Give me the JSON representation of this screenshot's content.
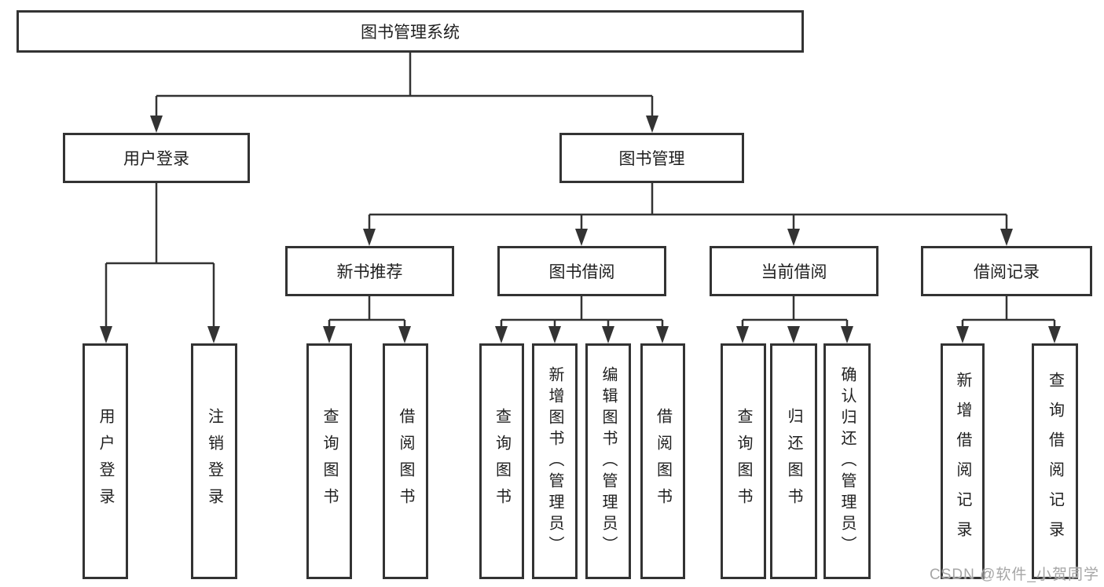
{
  "diagram": {
    "title": "图书管理系统",
    "branches": [
      {
        "label": "用户登录",
        "children": [
          {
            "label": "用户登录"
          },
          {
            "label": "注销登录"
          }
        ]
      },
      {
        "label": "图书管理",
        "children": [
          {
            "label": "新书推荐",
            "children": [
              {
                "label": "查询图书"
              },
              {
                "label": "借阅图书"
              }
            ]
          },
          {
            "label": "图书借阅",
            "children": [
              {
                "label": "查询图书"
              },
              {
                "label": "新增图书（管理员）"
              },
              {
                "label": "编辑图书（管理员）"
              },
              {
                "label": "借阅图书"
              }
            ]
          },
          {
            "label": "当前借阅",
            "children": [
              {
                "label": "查询图书"
              },
              {
                "label": "归还图书"
              },
              {
                "label": "确认归还（管理员）"
              }
            ]
          },
          {
            "label": "借阅记录",
            "children": [
              {
                "label": "新增借阅记录"
              },
              {
                "label": "查询借阅记录"
              }
            ]
          }
        ]
      }
    ]
  },
  "watermark": {
    "text": "CSDN @软件_小贺同学"
  },
  "colors": {
    "line": "#333333",
    "text": "#1f1f1f",
    "watermark": "#a6a6a6",
    "background": "#ffffff"
  }
}
